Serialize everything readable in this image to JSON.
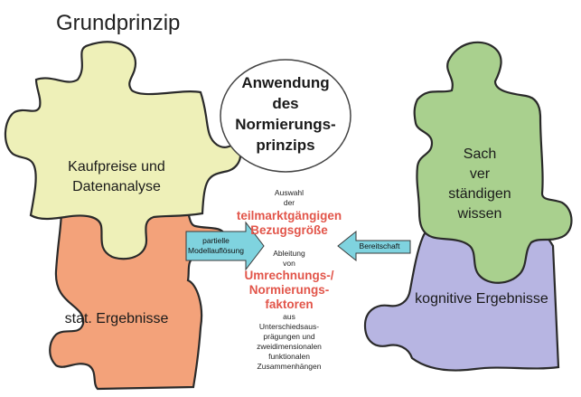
{
  "heading": "Grundprinzip",
  "center_title": [
    "Anwendung",
    "des",
    "Normierungs-",
    "prinzips"
  ],
  "pieces": {
    "yellow_left": "Kaufpreise und Datenanalyse",
    "yellow_left_lines": [
      "Kaufpreise und",
      "Datenanalyse"
    ],
    "orange_left": "stat. Ergebnisse",
    "green_right_lines": [
      "Sach",
      "ver",
      "ständigen",
      "wissen"
    ],
    "lavender_right": "kognitive Ergebnisse"
  },
  "arrows": {
    "left_lines": [
      "partielle",
      "Modellauflösung"
    ],
    "right": "Bereitschaft"
  },
  "middle_text": {
    "auswahl": "Auswahl",
    "der": "der",
    "red1_lines": [
      "teilmarktgängigen",
      "Bezugsgröße"
    ],
    "ableitung": "Ableitung",
    "von": "von",
    "red2_lines": [
      "Umrechnungs-/",
      "Normierungs-",
      "faktoren"
    ],
    "aus_lines": [
      "aus",
      "Unterschiedsaus-",
      "prägungen und",
      "zweidimensionalen",
      "funktionalen",
      "Zusammenhängen"
    ]
  },
  "colors": {
    "yellow": "#eef0b8",
    "orange": "#f3a27a",
    "green": "#a9d08e",
    "lavender": "#b7b5e2",
    "arrow": "#7fd3df",
    "red_text": "#e2554a"
  }
}
